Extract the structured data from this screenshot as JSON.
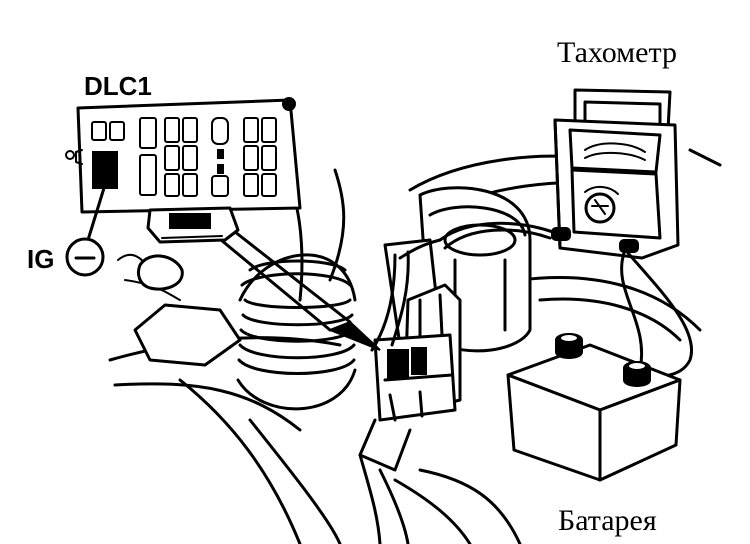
{
  "labels": {
    "dlc": "DLC1",
    "ig": "IG",
    "tachometer": "Тахометр",
    "battery": "Батарея"
  },
  "colors": {
    "ink": "#000000",
    "paper": "#ffffff"
  }
}
